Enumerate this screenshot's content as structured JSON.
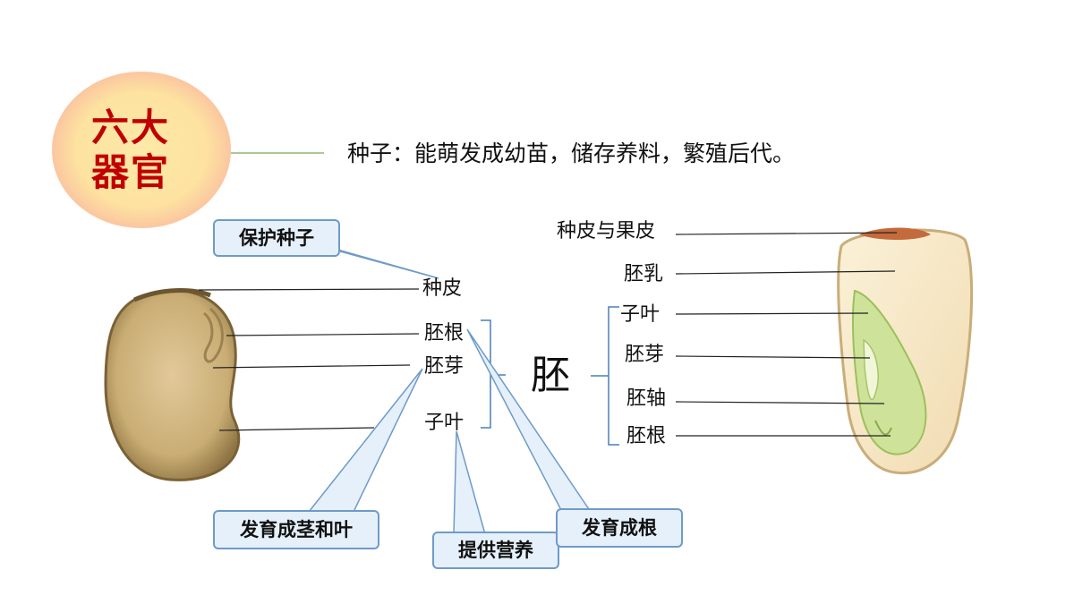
{
  "badge": {
    "text": "六大器官",
    "line1": "六大",
    "line2": "器官"
  },
  "headline": "种子：能萌发成幼苗，储存养料，繁殖后代。",
  "bean": {
    "labels": {
      "seed_coat": "种皮",
      "radicle": "胚根",
      "plumule": "胚芽",
      "cotyledon": "子叶"
    },
    "embryo": "胚",
    "callouts": {
      "protect": "保护种子",
      "stem_leaf": "发育成茎和叶",
      "nutrition": "提供营养",
      "root": "发育成根"
    }
  },
  "corn": {
    "labels": {
      "seed_fruit_coat": "种皮与果皮",
      "endosperm": "胚乳",
      "cotyledon": "子叶",
      "plumule": "胚芽",
      "hypocotyl": "胚轴",
      "radicle": "胚根"
    }
  },
  "colors": {
    "badge_text": "#c00000",
    "callout_fill": "#e6f0fb",
    "callout_border": "#6e9bc7",
    "connector": "#8db870"
  }
}
